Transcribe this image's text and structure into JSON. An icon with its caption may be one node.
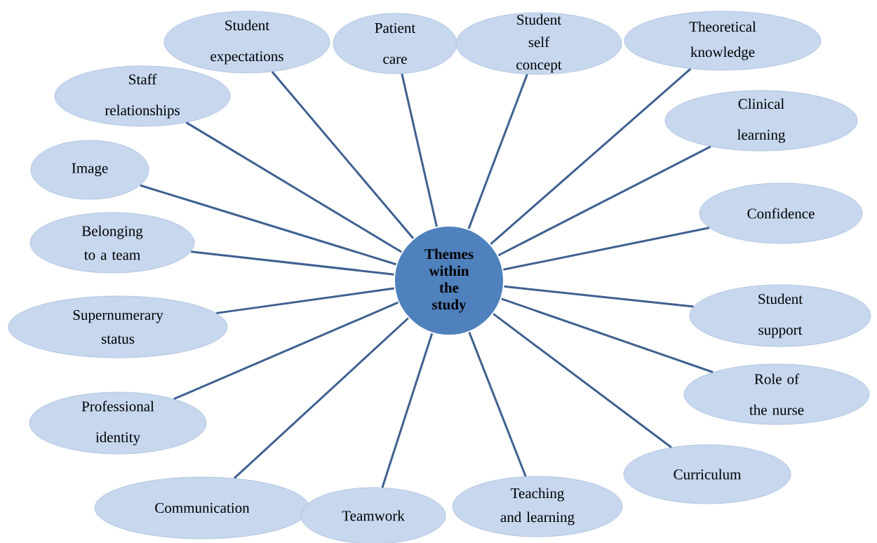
{
  "diagram": {
    "nodes": [
      {
        "text": [
          "Themes within the study"
        ]
      },
      {
        "text": [
          "Student expectations"
        ]
      },
      {
        "text": [
          "Patient care"
        ]
      },
      {
        "text": [
          "Student self concept"
        ]
      },
      {
        "text": [
          "Theoretical knowledge"
        ]
      },
      {
        "text": [
          "Staff relationships"
        ]
      },
      {
        "text": [
          "Clinical learning"
        ]
      },
      {
        "text": [
          "Image"
        ]
      },
      {
        "text": [
          "Confidence"
        ]
      },
      {
        "text": [
          "Belonging to a team"
        ]
      },
      {
        "text": [
          "Student support"
        ]
      },
      {
        "text": [
          "Supernumerary status"
        ]
      },
      {
        "text": [
          "Role of the nurse"
        ]
      },
      {
        "text": [
          "Professional identity"
        ]
      },
      {
        "text": [
          "Curriculum"
        ]
      },
      {
        "text": [
          "Communication"
        ]
      },
      {
        "text": [
          "Teaching and learning"
        ]
      },
      {
        "text": [
          "Teamwork"
        ]
      }
    ],
    "edges": [
      {
        "from": 0,
        "to": 1,
        "arrow": "none"
      },
      {
        "from": 0,
        "to": 2,
        "arrow": "none"
      },
      {
        "from": 0,
        "to": 3,
        "arrow": "none"
      },
      {
        "from": 0,
        "to": 4,
        "arrow": "none"
      },
      {
        "from": 0,
        "to": 5,
        "arrow": "none"
      },
      {
        "from": 0,
        "to": 6,
        "arrow": "none"
      },
      {
        "from": 0,
        "to": 7,
        "arrow": "none"
      },
      {
        "from": 0,
        "to": 8,
        "arrow": "none"
      },
      {
        "from": 0,
        "to": 9,
        "arrow": "none"
      },
      {
        "from": 0,
        "to": 10,
        "arrow": "none"
      },
      {
        "from": 0,
        "to": 11,
        "arrow": "none"
      },
      {
        "from": 0,
        "to": 12,
        "arrow": "none"
      },
      {
        "from": 0,
        "to": 13,
        "arrow": "none"
      },
      {
        "from": 0,
        "to": 14,
        "arrow": "none"
      },
      {
        "from": 0,
        "to": 15,
        "arrow": "none"
      },
      {
        "from": 0,
        "to": 16,
        "arrow": "none"
      },
      {
        "from": 0,
        "to": 17,
        "arrow": "none"
      }
    ]
  }
}
